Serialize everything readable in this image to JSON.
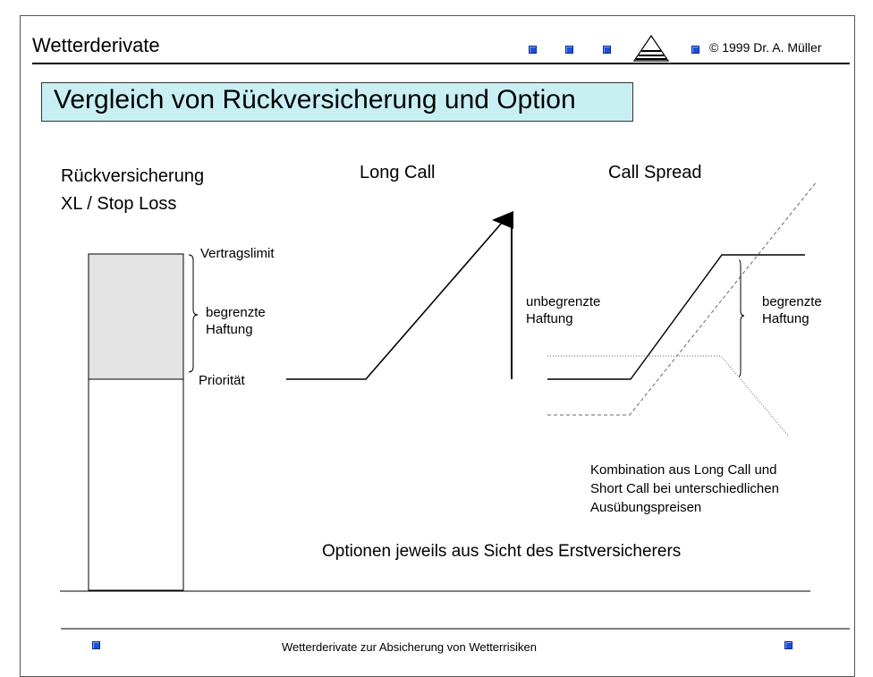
{
  "header": {
    "title": "Wetterderivate",
    "copyright": "© 1999 Dr. A. Müller"
  },
  "headline": "Vergleich von Rückversicherung und Option",
  "columns": {
    "reinsurance_line1": "Rückversicherung",
    "reinsurance_line2": "XL / Stop Loss",
    "long_call": "Long Call",
    "call_spread": "Call Spread"
  },
  "labels": {
    "vertragslimit": "Vertragslimit",
    "begrenzte_haftung_left_1": "begrenzte",
    "begrenzte_haftung_left_2": "Haftung",
    "prioritaet": "Priorität",
    "unbegrenzte_1": "unbegrenzte",
    "unbegrenzte_2": "Haftung",
    "begrenzte_haftung_right_1": "begrenzte",
    "begrenzte_haftung_right_2": "Haftung",
    "kombination_1": "Kombination aus Long Call und",
    "kombination_2": "Short Call bei unterschiedlichen",
    "kombination_3": "Ausübungspreisen",
    "optionen": "Optionen jeweils aus Sicht des Erstversicherers"
  },
  "footer": {
    "text": "Wetterderivate zur Absicherung von Wetterrisiken"
  },
  "colors": {
    "bullet": "#1f4fd8",
    "headline_bg": "#c8f0f3",
    "limit_fill": "#e3e3e3"
  }
}
